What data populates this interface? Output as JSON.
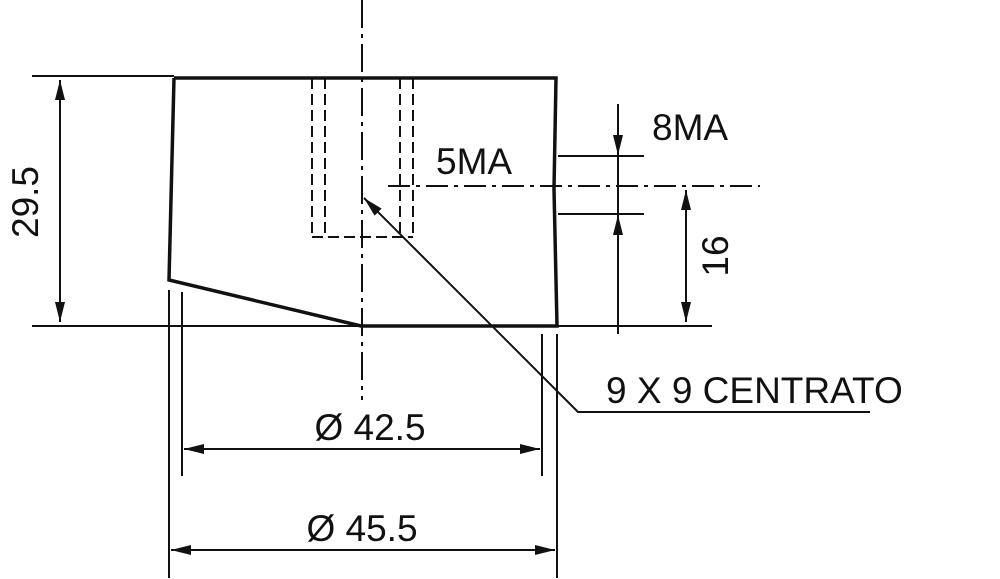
{
  "colors": {
    "background": "#ffffff",
    "ink": "#111111"
  },
  "dimensions": {
    "height_total": "29.5",
    "depth_thread": "16",
    "thread_major": "8MA",
    "thread_minor": "5MA",
    "diameter_inner": "Ø 42.5",
    "diameter_outer": "Ø 45.5",
    "callout_note": "9 X 9 CENTRATO"
  }
}
